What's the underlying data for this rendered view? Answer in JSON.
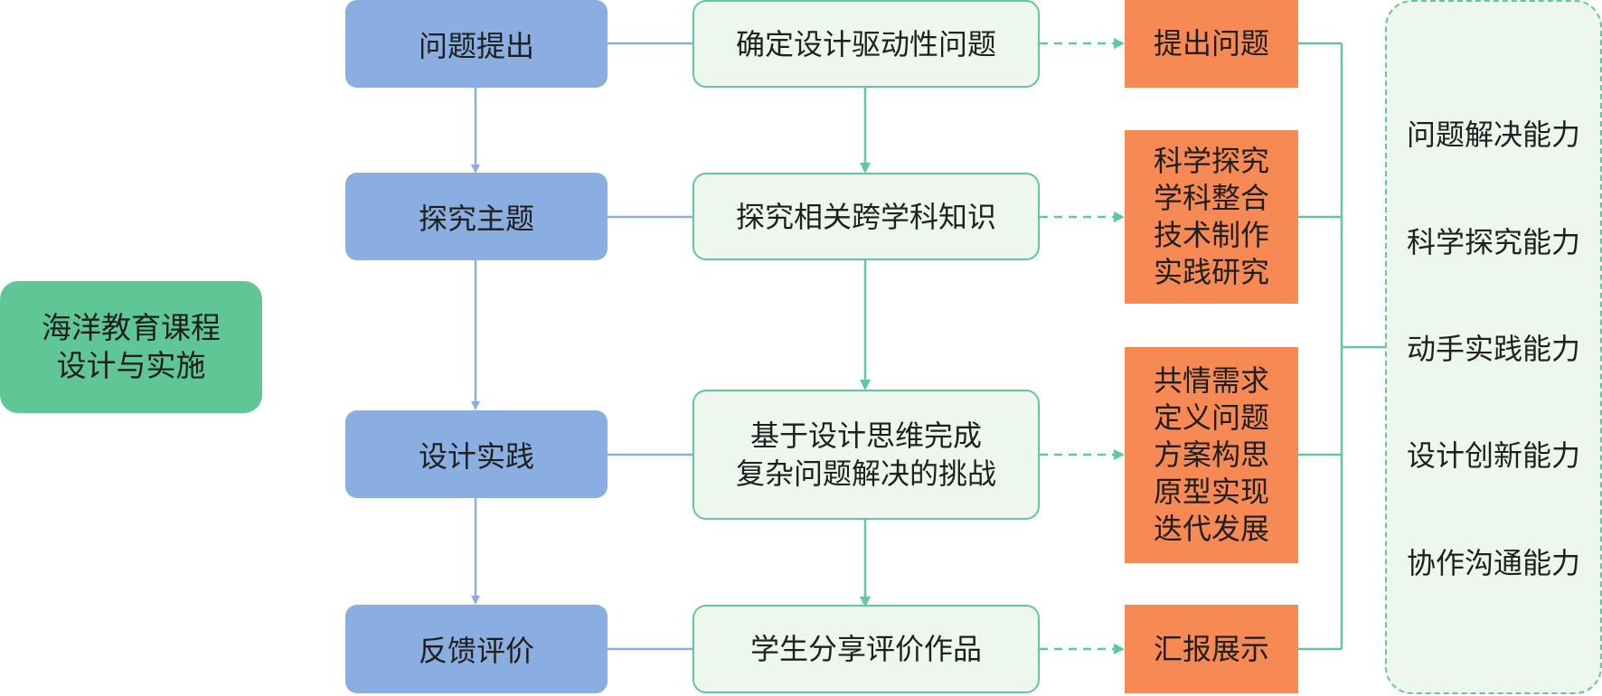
{
  "diagram": {
    "main_topic": {
      "lines": [
        "海洋教育课程",
        "设计与实施"
      ]
    },
    "stages": [
      {
        "label": "问题提出"
      },
      {
        "label": "探究主题"
      },
      {
        "label": "设计实践"
      },
      {
        "label": "反馈评价"
      }
    ],
    "tasks": [
      {
        "lines": [
          "确定设计驱动性问题"
        ]
      },
      {
        "lines": [
          "探究相关跨学科知识"
        ]
      },
      {
        "lines": [
          "基于设计思维完成",
          "复杂问题解决的挑战"
        ]
      },
      {
        "lines": [
          "学生分享评价作品"
        ]
      }
    ],
    "outputs": [
      {
        "lines": [
          "提出问题"
        ]
      },
      {
        "lines": [
          "科学探究",
          "学科整合",
          "技术制作",
          "实践研究"
        ]
      },
      {
        "lines": [
          "共情需求",
          "定义问题",
          "方案构思",
          "原型实现",
          "迭代发展"
        ]
      },
      {
        "lines": [
          "汇报展示"
        ]
      }
    ],
    "skills": [
      "问题解决能力",
      "科学探究能力",
      "动手实践能力",
      "设计创新能力",
      "协作沟通能力"
    ],
    "colors": {
      "main_topic": "#5fc795",
      "stage": "#8aaee0",
      "task_fill": "#eef7ee",
      "task_border": "#62c79a",
      "output": "#f78955",
      "stage_arrow": "#8aaee0",
      "task_arrow": "#62c79a"
    }
  }
}
